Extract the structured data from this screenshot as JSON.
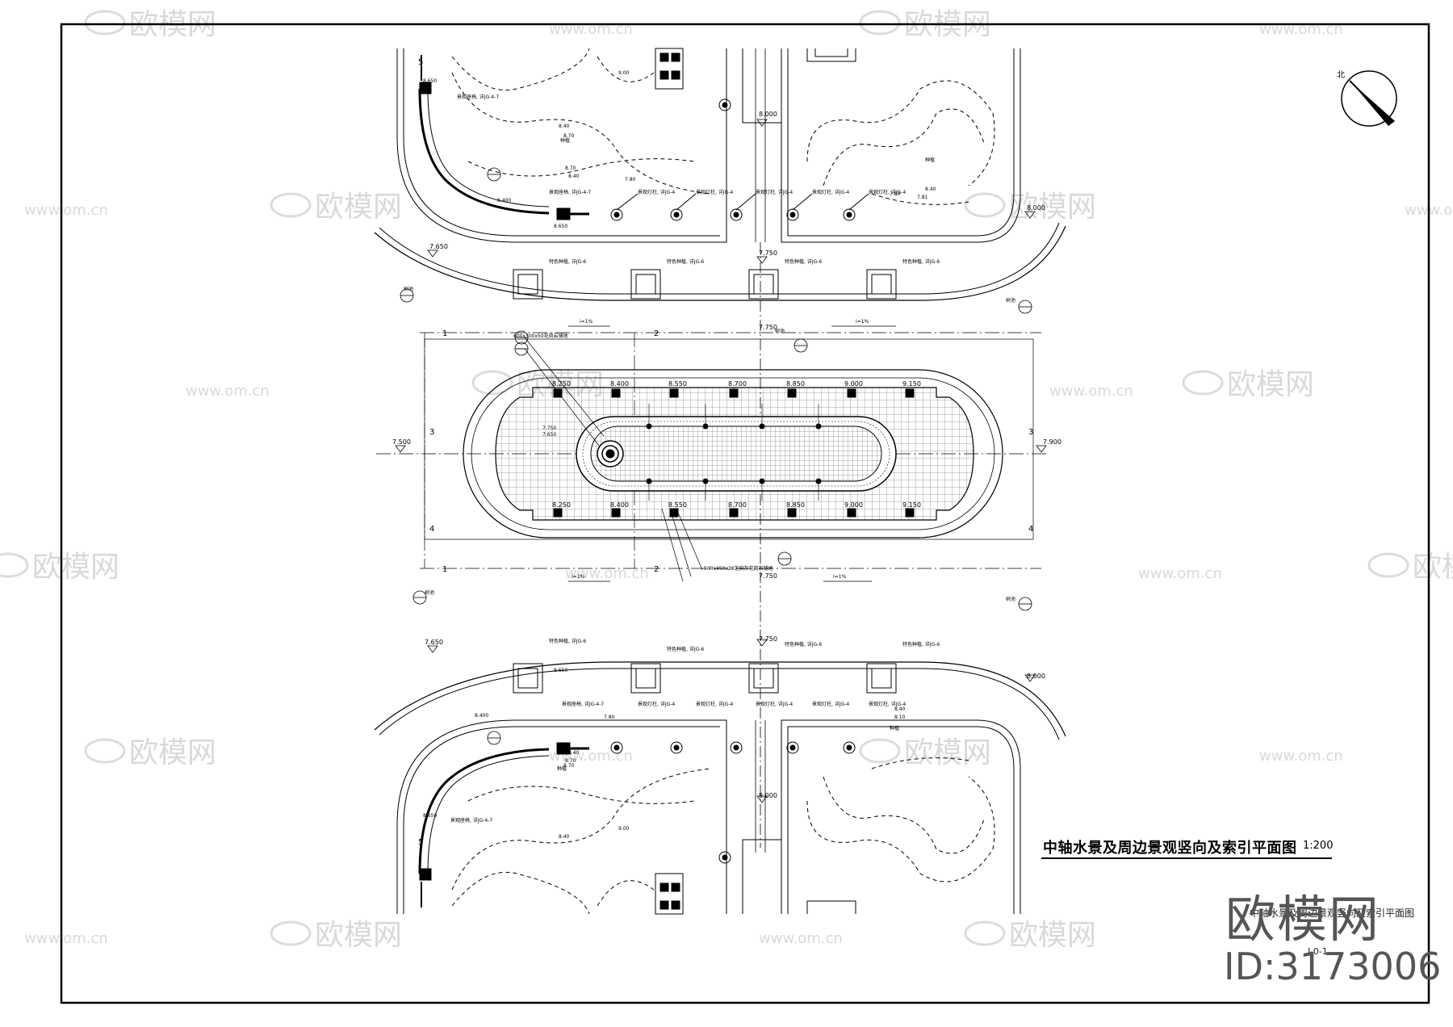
{
  "plan": {
    "title": "中轴水景及周边景观竖向及索引平面图",
    "scale": "1:200",
    "sheet_caption": "中轴水景及周边景观竖向及索引平面图",
    "sheet_number": "J-0-1",
    "north_label": "北"
  },
  "watermark": {
    "logo": "欧模网",
    "site": "www.om.cn",
    "site_short": "om.cn",
    "id": "ID:3173006"
  },
  "grid": {
    "axes": [
      "1",
      "2",
      "3",
      "4",
      "5"
    ]
  },
  "levels": {
    "fountain_top": [
      "8.250",
      "8.400",
      "8.550",
      "8.700",
      "8.850",
      "9.000",
      "9.150"
    ],
    "fountain_bottom": [
      "8.250",
      "8.400",
      "8.550",
      "8.700",
      "8.850",
      "9.000",
      "9.150"
    ],
    "left_end": "7.500",
    "right_end": "7.900",
    "plaza_left_top": "7.650",
    "plaza_left_bottom": "7.650",
    "plaza_right_top": "8.000",
    "plaza_right_bottom": "8.000",
    "center_top": "8.000",
    "center_bottom": "8.000",
    "mid_top": "7.750",
    "mid_bottom": "7.750",
    "contours_top": [
      "8.40",
      "8.70",
      "9.00",
      "8.70",
      "8.40",
      "7.80",
      "7.80",
      "8.40",
      "7.81"
    ],
    "contours_bottom": [
      "8.40",
      "8.70",
      "9.00",
      "8.70",
      "8.40",
      "7.80",
      "8.40",
      "8.10"
    ],
    "spot_top": [
      "8.650",
      "8.400",
      "8.650"
    ],
    "spot_bottom": [
      "8.650",
      "8.400",
      "8.650"
    ],
    "pool": [
      "7.750",
      "7.650"
    ]
  },
  "notes": {
    "lamp": "景观灯柱, 详JG-4",
    "planter": "特色种植, 详JG-6",
    "bench": "景观座椅, 详JG-4-7",
    "slope_1": "i=1%",
    "grass": "种植",
    "paving_1": "600x300x50花岗岩铺地",
    "paving_2": "500x450x20芝麻灰花岗岩铺地",
    "tree": "树池"
  }
}
